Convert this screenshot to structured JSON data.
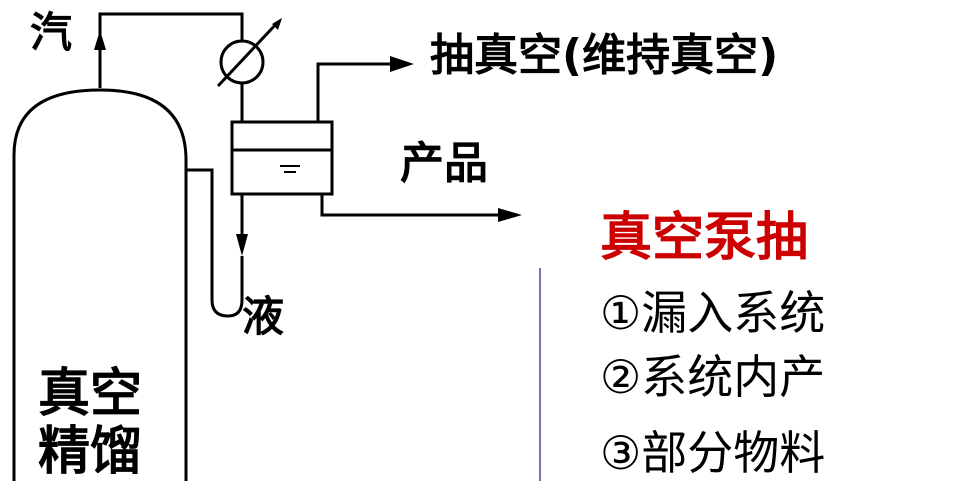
{
  "diagram": {
    "labels": {
      "vapor": "汽",
      "vacuum_pump_out": "抽真空(维持真空)",
      "product": "产品",
      "liquid": "液",
      "column_line1": "真空",
      "column_line2": "精馏"
    }
  },
  "notes": {
    "title": "真空泵抽",
    "items": [
      "①漏入系统",
      "②系统内产",
      "③部分物料"
    ]
  },
  "colors": {
    "line": "#000000",
    "title_red": "#cc0000",
    "divider": "#7a6fb0"
  }
}
